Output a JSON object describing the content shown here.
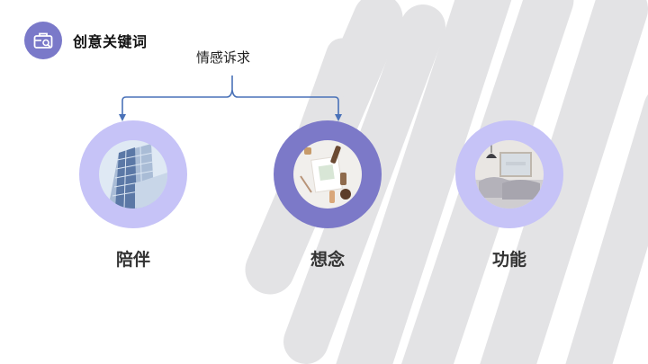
{
  "header": {
    "title": "创意关键词",
    "icon": "briefcase-search-icon",
    "accent": "#7a79c9"
  },
  "bracket": {
    "label": "情感诉求",
    "color": "#4a72b8"
  },
  "items": [
    {
      "label": "陪伴",
      "icon": "building-photo"
    },
    {
      "label": "想念",
      "icon": "desk-flatlay-photo"
    },
    {
      "label": "功能",
      "icon": "room-interior-photo"
    }
  ],
  "colors": {
    "circle_light": "#c6c3f7",
    "circle_dark": "#7c79c8",
    "stroke_bg": "#e4e4e6"
  }
}
